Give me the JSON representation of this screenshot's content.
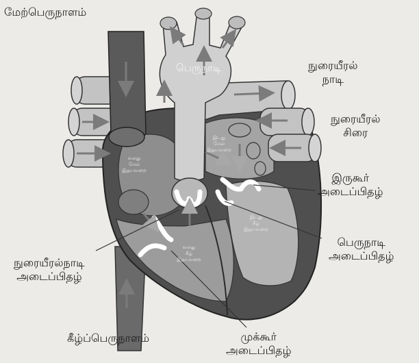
{
  "labels": {
    "superior_vena_cava": "மேற்பெருநாளம்",
    "aorta": "பெருநாடி",
    "pulmonary_artery_line1": "நுரையீரல்",
    "pulmonary_artery_line2": "நாடி",
    "pulmonary_vein_line1": "நுரையீரல்",
    "pulmonary_vein_line2": "சிரை",
    "mitral_valve_line1": "இருகூர்",
    "mitral_valve_line2": "அடைப்பிதழ்",
    "aortic_valve_line1": "பெருநாடி",
    "aortic_valve_line2": "அடைப்பிதழ்",
    "pulmonary_valve_line1": "நுரையீரல்நாடி",
    "pulmonary_valve_line2": "அடைப்பிதழ்",
    "inferior_vena_cava": "கீழ்ப்பெருநாளம்",
    "tricuspid_valve_line1": "முக்கூர்",
    "tricuspid_valve_line2": "அடைப்பிதழ்"
  },
  "chambers": {
    "right_atrium_line1": "வலது",
    "right_atrium_line2": "மேல்",
    "right_atrium_line3": "இதயவறை",
    "left_atrium_line1": "இடது",
    "left_atrium_line2": "மேல்",
    "left_atrium_line3": "இதயவறை",
    "right_ventricle_line1": "வலது",
    "right_ventricle_line2": "கீழ்",
    "right_ventricle_line3": "இதயவறை",
    "left_ventricle_line1": "இடது",
    "left_ventricle_line2": "கீழ்",
    "left_ventricle_line3": "இதயவறை"
  },
  "colors": {
    "background": "#ecebe8",
    "dark_wall": "#4a4a4a",
    "vessel_dark": "#5e5e5e",
    "vessel_light": "#c9c9c9",
    "chamber_mid": "#9a9a9a",
    "valve": "#ffffff",
    "arrow": "#7a7a7a"
  }
}
